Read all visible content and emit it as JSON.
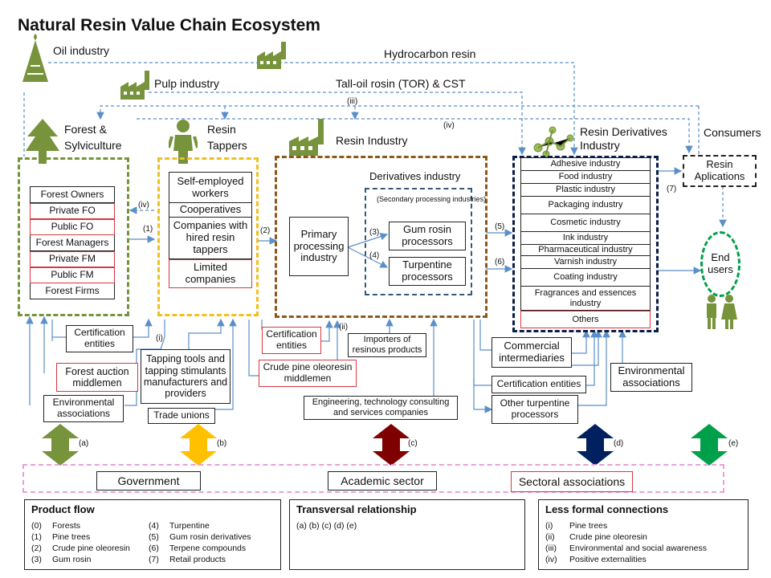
{
  "title": "Natural Resin Value Chain Ecosystem",
  "top": {
    "oil_industry": "Oil industry",
    "hydrocarbon_resin": "Hydrocarbon resin",
    "pulp_industry": "Pulp industry",
    "tall_oil": "Tall-oil rosin (TOR) & CST",
    "iii": "(iii)",
    "iv": "(iv)"
  },
  "groups": {
    "forest_label": "Forest & Sylviculture",
    "tappers_label": "Resin Tappers",
    "resin_industry_label": "Resin Industry",
    "derivatives_label": "Resin Derivatives Industry",
    "consumers_label": "Consumers"
  },
  "forest_items": [
    "Forest Owners",
    "Private FO",
    "Public FO",
    "Forest Managers",
    "Private FM",
    "Public FM",
    "Forest Firms"
  ],
  "tapper_items": [
    "Self-employed workers",
    "Cooperatives",
    "Companies with hired resin tappers",
    "Limited companies"
  ],
  "resin_industry": {
    "primary": "Primary processing industry",
    "derivatives_industry": "Derivatives industry",
    "secondary": "(Secondary processing industries)",
    "gum_rosin": "Gum rosin processors",
    "turpentine": "Turpentine processors"
  },
  "derivative_items": [
    "Adhesive industry",
    "Food industry",
    "Plastic industry",
    "Packaging industry",
    "Cosmetic industry",
    "Ink industry",
    "Pharmaceutical industry",
    "Varnish industry",
    "Coating industry",
    "Fragrances and essences industry",
    "Others"
  ],
  "consumers": {
    "applications": "Resin Aplications",
    "end_users": "End users"
  },
  "flow_labels": {
    "f1": "(1)",
    "f2": "(2)",
    "f3": "(3)",
    "f4": "(4)",
    "f5": "(5)",
    "f6": "(6)",
    "f7": "(7)",
    "iv_left": "(iv)",
    "i": "(i)",
    "ii": "(ii)"
  },
  "support": {
    "cert1": "Certification entities",
    "auction": "Forest auction middlemen",
    "env1": "Environmental associations",
    "tools": "Tapping tools and tapping stimulants manufacturers and providers",
    "unions": "Trade unions",
    "cert2": "Certification entities",
    "oleoresin": "Crude pine oleoresin middlemen",
    "importers": "Importers of resinous products",
    "engineering": "Engineering, technology consulting and services companies",
    "commercial": "Commercial intermediaries",
    "cert3": "Certification entities",
    "other_turp": "Other turpentine processors",
    "env2": "Environmental associations"
  },
  "arrows": {
    "a": "(a)",
    "b": "(b)",
    "c": "(c)",
    "d": "(d)",
    "e": "(e)",
    "colors": {
      "a": "#77933c",
      "b": "#ffc000",
      "c": "#7f0000",
      "d": "#002060",
      "e": "#00a04a"
    }
  },
  "bottom": {
    "government": "Government",
    "academic": "Academic sector",
    "sectoral": "Sectoral associations"
  },
  "legend_product": {
    "title": "Product flow",
    "left": [
      [
        "(0)",
        "Forests"
      ],
      [
        "(1)",
        "Pine trees"
      ],
      [
        "(2)",
        "Crude pine oleoresin"
      ],
      [
        "(3)",
        "Gum rosin"
      ]
    ],
    "right": [
      [
        "(4)",
        "Turpentine"
      ],
      [
        "(5)",
        "Gum rosin derivatives"
      ],
      [
        "(6)",
        "Terpene compounds"
      ],
      [
        "(7)",
        "Retail products"
      ]
    ]
  },
  "legend_transversal": {
    "title": "Transversal relationship",
    "text": "(a) (b) (c) (d) (e)"
  },
  "legend_informal": {
    "title": "Less formal connections",
    "items": [
      [
        "(i)",
        "Pine trees"
      ],
      [
        "(ii)",
        "Crude pine oleoresin"
      ],
      [
        "(iii)",
        "Environmental and social awareness"
      ],
      [
        "(iv)",
        "Positive externalities"
      ]
    ]
  },
  "colors": {
    "green": "#77933c",
    "yellow": "#f0c020",
    "brown": "#8b5a1b",
    "navy": "#0a1f4a",
    "blue_arrow": "#5b8fc7",
    "pink": "#e8a0d8",
    "red": "#d9363e"
  }
}
